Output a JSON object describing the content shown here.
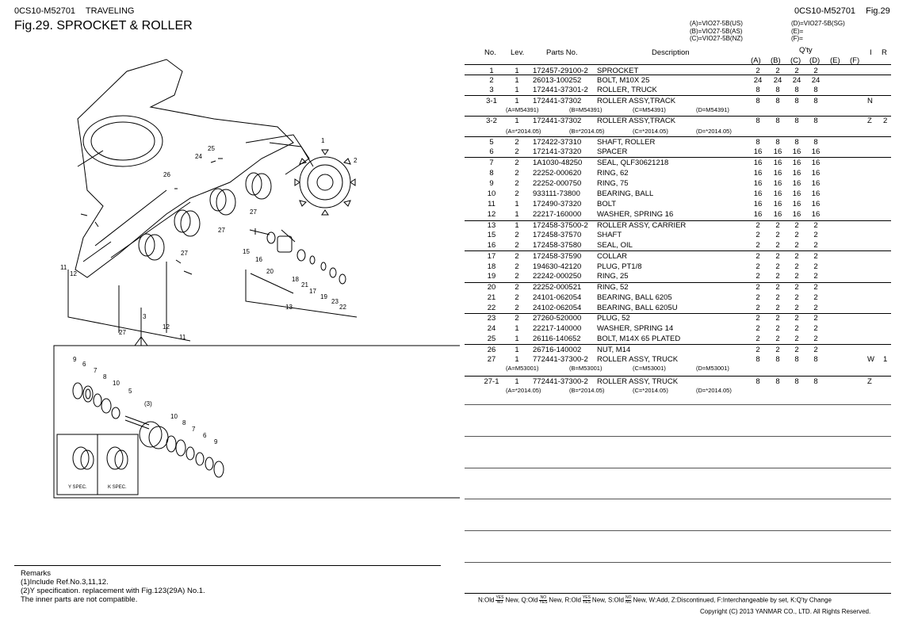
{
  "header": {
    "code_left": "0CS10-M52701",
    "section": "TRAVELING",
    "title": "Fig.29.  SPROCKET & ROLLER",
    "code_right": "0CS10-M52701",
    "fig_ref": "Fig.29"
  },
  "models": {
    "a": "(A)=VIO27-5B(US)",
    "b": "(B)=VIO27-5B(AS)",
    "c": "(C)=VIO27-5B(NZ)",
    "d": "(D)=VIO27-5B(SG)",
    "e": "(E)=",
    "f": "(F)="
  },
  "columns": {
    "no": "No.",
    "lev": "Lev.",
    "parts": "Parts No.",
    "desc": "Description",
    "qty": "Q'ty",
    "a": "(A)",
    "b": "(B)",
    "c": "(C)",
    "d": "(D)",
    "e": "(E)",
    "f": "(F)",
    "i": "I",
    "r": "R"
  },
  "rows": [
    {
      "no": "1",
      "lev": "1",
      "parts": "172457-29100-2",
      "desc": "SPROCKET",
      "a": "2",
      "b": "2",
      "c": "2",
      "d": "2",
      "i": "",
      "r": ""
    },
    {
      "no": "2",
      "lev": "1",
      "parts": "26013-100252",
      "desc": "BOLT, M10X 25",
      "a": "24",
      "b": "24",
      "c": "24",
      "d": "24",
      "i": "",
      "r": ""
    },
    {
      "no": "3",
      "lev": "1",
      "parts": "172441-37301-2",
      "desc": "ROLLER, TRUCK",
      "a": "8",
      "b": "8",
      "c": "8",
      "d": "8",
      "i": "",
      "r": ""
    },
    {
      "no": "3-1",
      "lev": "1",
      "parts": "172441-37302",
      "desc": "ROLLER ASSY,TRACK",
      "a": "8",
      "b": "8",
      "c": "8",
      "d": "8",
      "i": "N",
      "r": ""
    },
    {
      "no": "3-2",
      "lev": "1",
      "parts": "172441-37302",
      "desc": "ROLLER ASSY,TRACK",
      "a": "8",
      "b": "8",
      "c": "8",
      "d": "8",
      "i": "Z",
      "r": "2"
    },
    {
      "no": "5",
      "lev": "2",
      "parts": "172422-37310",
      "desc": "SHAFT, ROLLER",
      "a": "8",
      "b": "8",
      "c": "8",
      "d": "8",
      "i": "",
      "r": ""
    },
    {
      "no": "6",
      "lev": "2",
      "parts": "172141-37320",
      "desc": "SPACER",
      "a": "16",
      "b": "16",
      "c": "16",
      "d": "16",
      "i": "",
      "r": ""
    },
    {
      "no": "7",
      "lev": "2",
      "parts": "1A1030-48250",
      "desc": "SEAL, QLF30621218",
      "a": "16",
      "b": "16",
      "c": "16",
      "d": "16",
      "i": "",
      "r": ""
    },
    {
      "no": "8",
      "lev": "2",
      "parts": "22252-000620",
      "desc": "RING,  62",
      "a": "16",
      "b": "16",
      "c": "16",
      "d": "16",
      "i": "",
      "r": ""
    },
    {
      "no": "9",
      "lev": "2",
      "parts": "22252-000750",
      "desc": "RING,  75",
      "a": "16",
      "b": "16",
      "c": "16",
      "d": "16",
      "i": "",
      "r": ""
    },
    {
      "no": "10",
      "lev": "2",
      "parts": "933111-73800",
      "desc": "BEARING, BALL",
      "a": "16",
      "b": "16",
      "c": "16",
      "d": "16",
      "i": "",
      "r": ""
    },
    {
      "no": "11",
      "lev": "1",
      "parts": "172490-37320",
      "desc": "BOLT",
      "a": "16",
      "b": "16",
      "c": "16",
      "d": "16",
      "i": "",
      "r": ""
    },
    {
      "no": "12",
      "lev": "1",
      "parts": "22217-160000",
      "desc": "WASHER, SPRING 16",
      "a": "16",
      "b": "16",
      "c": "16",
      "d": "16",
      "i": "",
      "r": ""
    },
    {
      "no": "13",
      "lev": "1",
      "parts": "172458-37500-2",
      "desc": "ROLLER ASSY, CARRIER",
      "a": "2",
      "b": "2",
      "c": "2",
      "d": "2",
      "i": "",
      "r": ""
    },
    {
      "no": "15",
      "lev": "2",
      "parts": "172458-37570",
      "desc": "SHAFT",
      "a": "2",
      "b": "2",
      "c": "2",
      "d": "2",
      "i": "",
      "r": ""
    },
    {
      "no": "16",
      "lev": "2",
      "parts": "172458-37580",
      "desc": "SEAL, OIL",
      "a": "2",
      "b": "2",
      "c": "2",
      "d": "2",
      "i": "",
      "r": ""
    },
    {
      "no": "17",
      "lev": "2",
      "parts": "172458-37590",
      "desc": "COLLAR",
      "a": "2",
      "b": "2",
      "c": "2",
      "d": "2",
      "i": "",
      "r": ""
    },
    {
      "no": "18",
      "lev": "2",
      "parts": "194630-42120",
      "desc": "PLUG, PT1/8",
      "a": "2",
      "b": "2",
      "c": "2",
      "d": "2",
      "i": "",
      "r": ""
    },
    {
      "no": "19",
      "lev": "2",
      "parts": "22242-000250",
      "desc": "RING,  25",
      "a": "2",
      "b": "2",
      "c": "2",
      "d": "2",
      "i": "",
      "r": ""
    },
    {
      "no": "20",
      "lev": "2",
      "parts": "22252-000521",
      "desc": "RING,  52",
      "a": "2",
      "b": "2",
      "c": "2",
      "d": "2",
      "i": "",
      "r": ""
    },
    {
      "no": "21",
      "lev": "2",
      "parts": "24101-062054",
      "desc": "BEARING, BALL 6205",
      "a": "2",
      "b": "2",
      "c": "2",
      "d": "2",
      "i": "",
      "r": ""
    },
    {
      "no": "22",
      "lev": "2",
      "parts": "24102-062054",
      "desc": "BEARING, BALL 6205U",
      "a": "2",
      "b": "2",
      "c": "2",
      "d": "2",
      "i": "",
      "r": ""
    },
    {
      "no": "23",
      "lev": "2",
      "parts": "27260-520000",
      "desc": "PLUG, 52",
      "a": "2",
      "b": "2",
      "c": "2",
      "d": "2",
      "i": "",
      "r": ""
    },
    {
      "no": "24",
      "lev": "1",
      "parts": "22217-140000",
      "desc": "WASHER, SPRING 14",
      "a": "2",
      "b": "2",
      "c": "2",
      "d": "2",
      "i": "",
      "r": ""
    },
    {
      "no": "25",
      "lev": "1",
      "parts": "26116-140652",
      "desc": "BOLT, M14X 65 PLATED",
      "a": "2",
      "b": "2",
      "c": "2",
      "d": "2",
      "i": "",
      "r": ""
    },
    {
      "no": "26",
      "lev": "1",
      "parts": "26716-140002",
      "desc": "NUT, M14",
      "a": "2",
      "b": "2",
      "c": "2",
      "d": "2",
      "i": "",
      "r": ""
    },
    {
      "no": "27",
      "lev": "1",
      "parts": "772441-37300-2",
      "desc": "ROLLER ASSY, TRUCK",
      "a": "8",
      "b": "8",
      "c": "8",
      "d": "8",
      "i": "W",
      "r": "1"
    },
    {
      "no": "27-1",
      "lev": "1",
      "parts": "772441-37300-2",
      "desc": "ROLLER ASSY, TRUCK",
      "a": "8",
      "b": "8",
      "c": "8",
      "d": "8",
      "i": "Z",
      "r": ""
    }
  ],
  "subrows": [
    {
      "a": "(A=M54391)",
      "b": "(B=M54391)",
      "c": "(C=M54391)",
      "d": "(D=M54391)"
    },
    {
      "a": "(A=*2014.05)",
      "b": "(B=*2014.05)",
      "c": "(C=*2014.05)",
      "d": "(D=*2014.05)"
    },
    {
      "a": "(A=M53001)",
      "b": "(B=M53001)",
      "c": "(C=M53001)",
      "d": "(D=M53001)"
    },
    {
      "a": "(A=*2014.05)",
      "b": "(B=*2014.05)",
      "c": "(C=*2014.05)",
      "d": "(D=*2014.05)"
    }
  ],
  "diagram_labels": {
    "callouts": [
      "1",
      "2",
      "3",
      "5",
      "6",
      "7",
      "8",
      "9",
      "10",
      "11",
      "12",
      "13",
      "15",
      "16",
      "17",
      "18",
      "19",
      "20",
      "21",
      "22",
      "23",
      "24",
      "25",
      "26",
      "27",
      "(3)"
    ],
    "spec_y": "Y SPEC.",
    "spec_k": "K SPEC."
  },
  "remarks": {
    "title": "Remarks",
    "line1": "(1)Include Ref.No.3,11,12.",
    "line2": "(2)Y specification. replacement with Fig.123(29A) No.1.",
    "line3": "The inner parts are not compatible."
  },
  "legend": {
    "n": "N:Old",
    "n_to": "New,",
    "q": "Q:Old",
    "q_to": "New,",
    "r": "R:Old",
    "r_to": "New,",
    "s": "S:Old",
    "s_to": "New,",
    "rest": "W:Add, Z:Discontinued, F:Interchangeable by set, K:Q'ty Change",
    "yes": "YES",
    "no": "NO"
  },
  "copyright": "Copyright (C) 2013 YANMAR CO., LTD. All Rights Reserved."
}
